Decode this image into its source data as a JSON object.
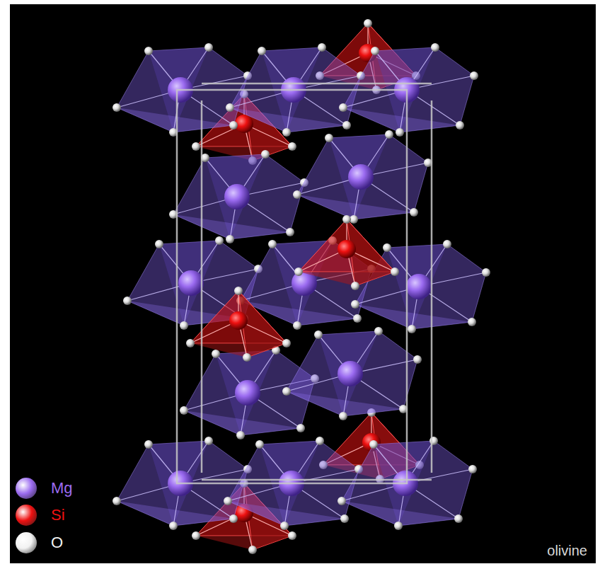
{
  "diagram": {
    "labels": [
      "olivine"
    ],
    "legend": [
      {
        "text": "Mg",
        "color": "#9b6bf0"
      },
      {
        "text": "Si",
        "color": "#ee1111"
      },
      {
        "text": "O",
        "color": "#f2f2f2"
      }
    ]
  }
}
